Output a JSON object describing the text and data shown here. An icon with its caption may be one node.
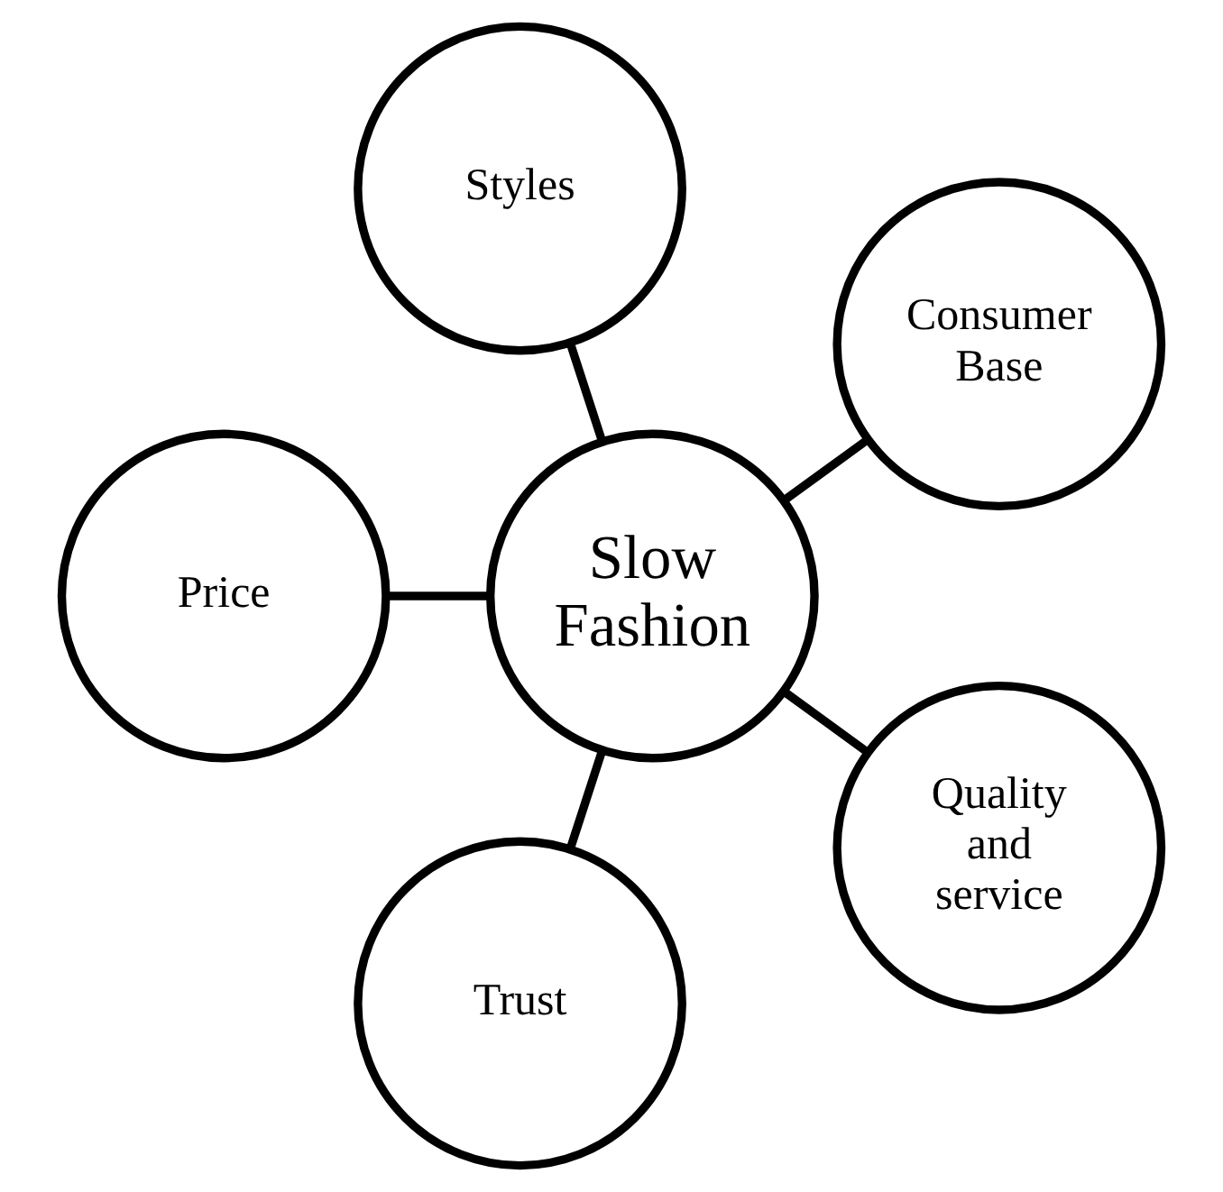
{
  "diagram": {
    "nodes": [
      {
        "text": [
          "Consumer Base"
        ]
      },
      {
        "text": [
          "Styles"
        ]
      },
      {
        "text": [
          "Slow Fashion"
        ]
      },
      {
        "text": [
          "Price"
        ]
      },
      {
        "text": [
          "Trust"
        ]
      },
      {
        "text": [
          "Quality and service"
        ]
      }
    ],
    "edges": [
      {
        "from": 2,
        "to": 0,
        "arrow": "none"
      },
      {
        "from": 2,
        "to": 3,
        "arrow": "none"
      },
      {
        "from": 2,
        "to": 5,
        "arrow": "none"
      },
      {
        "from": 2,
        "to": 4,
        "arrow": "none"
      },
      {
        "from": 2,
        "to": 1,
        "arrow": "none"
      }
    ]
  }
}
